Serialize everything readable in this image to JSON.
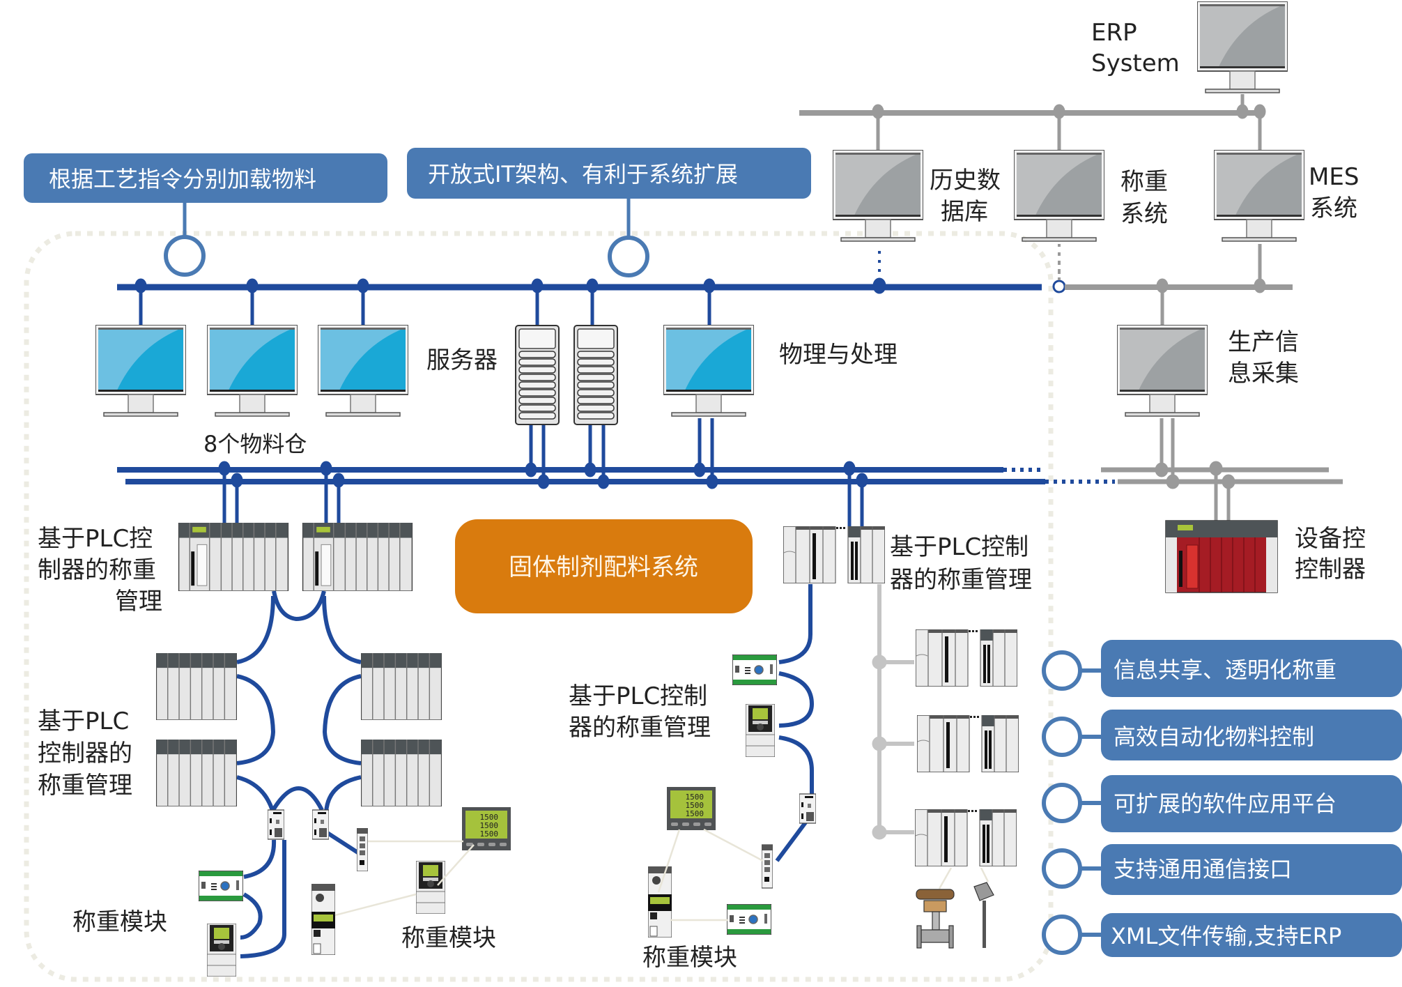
{
  "colors": {
    "bus_blue": "#1f4a9c",
    "callout_blue": "#4a7ab3",
    "bus_gray": "#9a9a9a",
    "light_gray_line": "#c4c4c4",
    "orange": "#d97b0e",
    "screen_blue": "#1aa8d6",
    "screen_gray": "#9da1a3",
    "plc_red": "#a51c24",
    "dotted_frame": "#ecebe2"
  },
  "callouts": {
    "material_loading": "根据工艺指令分别加载物料",
    "open_it": "开放式IT架构、有利于系统扩展"
  },
  "top_systems": {
    "erp_line1": "ERP",
    "erp_line2": "System",
    "history_db_line1": "历史数",
    "history_db_line2": "据库",
    "weighing_sys_line1": "称重",
    "weighing_sys_line2": "系统",
    "mes_line1": "MES",
    "mes_line2": "系统",
    "production_info_line1": "生产信",
    "production_info_line2": "息采集"
  },
  "middle": {
    "silos_label": "8个物料仓",
    "server_label": "服务器",
    "physics_label": "物理与处理",
    "system_title": "固体制剂配料系统",
    "device_ctrl_line1": "设备控",
    "device_ctrl_line2": "控制器"
  },
  "plc_labels": {
    "left_top_line1": "基于PLC控",
    "left_top_line2": "制器的称重",
    "left_top_line3": "管理",
    "left_mid_line1": "基于PLC",
    "left_mid_line2": "控制器的",
    "left_mid_line3": "称重管理",
    "center_line1": "基于PLC控制",
    "center_line2": "器的称重管理",
    "right_line1": "基于PLC控制",
    "right_line2": "器的称重管理"
  },
  "weighing_modules": {
    "left": "称重模块",
    "center_left": "称重模块",
    "center": "称重模块"
  },
  "display_readout": [
    "1500",
    "1500",
    "1500"
  ],
  "features": [
    "信息共享、透明化称重",
    "高效自动化物料控制",
    "可扩展的软件应用平台",
    "支持通用通信接口",
    "XML文件传输,支持ERP"
  ]
}
